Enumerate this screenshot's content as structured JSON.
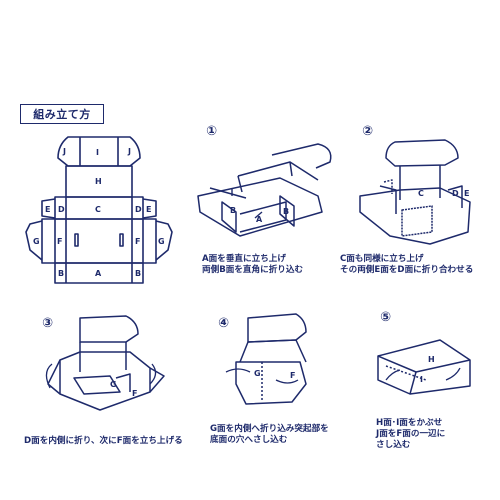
{
  "title": "組み立て方",
  "net_labels": {
    "J1": "J",
    "I": "I",
    "J2": "J",
    "H": "H",
    "E1": "E",
    "D1": "D",
    "C": "C",
    "D2": "D",
    "E2": "E",
    "G": "G",
    "F1": "F",
    "F2": "F",
    "G2": "G",
    "B1": "B",
    "A": "A",
    "B2": "B"
  },
  "steps": [
    {
      "num": "①",
      "labels": [
        "B",
        "A",
        "B"
      ],
      "caption": "A面を垂直に立ち上げ\n両側B面を直角に折り込む"
    },
    {
      "num": "②",
      "labels": [
        "C",
        "D",
        "E"
      ],
      "caption": "C面も同様に立ち上げ\nその両側E面をD面に折り合わせる"
    },
    {
      "num": "③",
      "labels": [
        "G",
        "F"
      ],
      "caption": "D面を内側に折り、次にF面を立ち上げる"
    },
    {
      "num": "④",
      "labels": [
        "G",
        "F"
      ],
      "caption": "G面を内側へ折り込み突起部を\n底面の穴へさし込む"
    },
    {
      "num": "⑤",
      "labels": [
        "H",
        "I"
      ],
      "caption": "H面･I面をかぶせ\nJ面をF面の一辺に\nさし込む"
    }
  ],
  "colors": {
    "ink": "#1e2a6b",
    "background": "#ffffff"
  }
}
